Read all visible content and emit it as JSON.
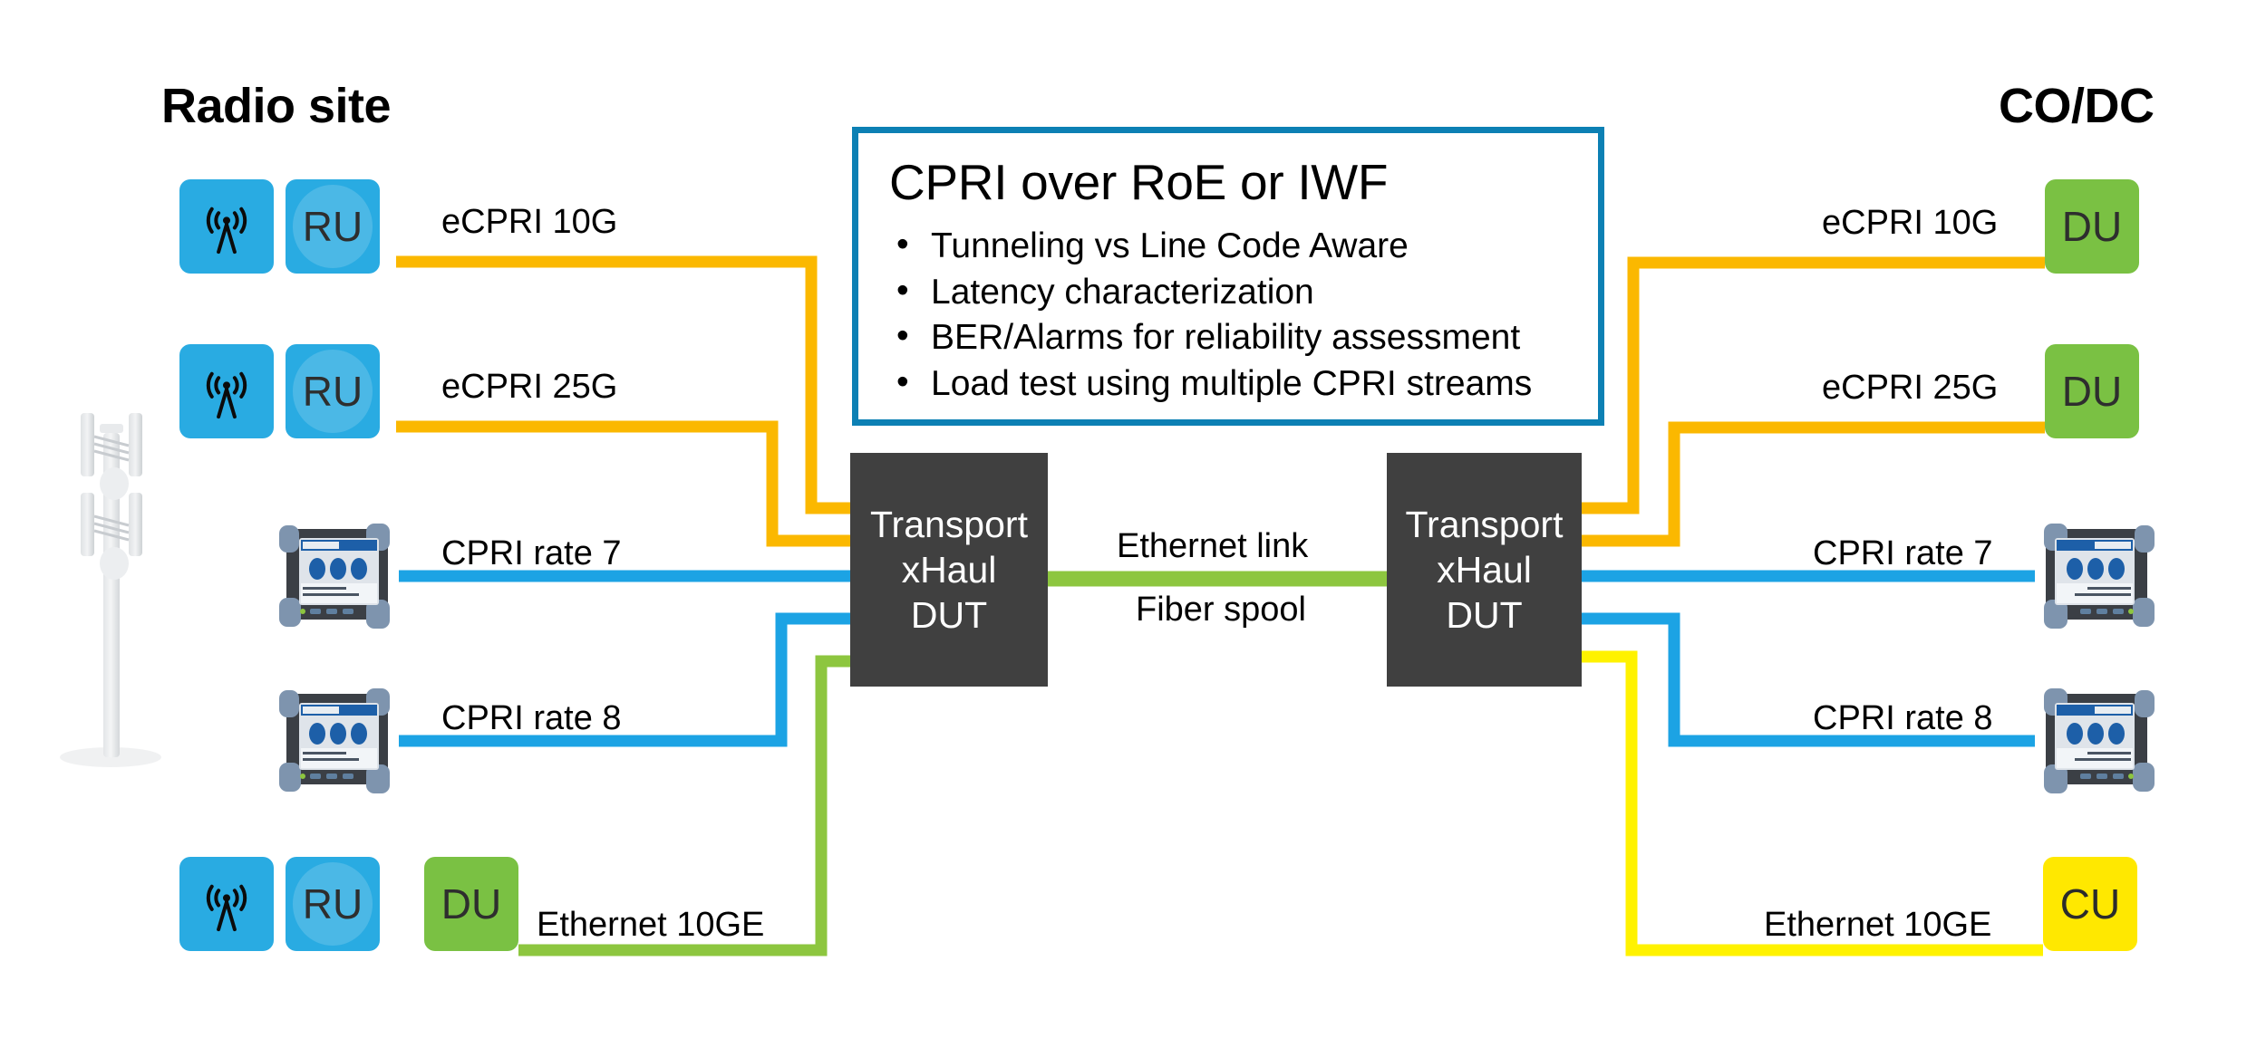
{
  "titles": {
    "left": "Radio site",
    "right": "CO/DC"
  },
  "colors": {
    "blue_tile": "#29ABE2",
    "green_tile": "#7AC143",
    "yellow_tile": "#FFE800",
    "dut_box": "#404040",
    "callout_border": "#0C80B4",
    "wire_orange": "#FBB800",
    "wire_cyan": "#1CA3E4",
    "wire_green": "#8DC63F",
    "wire_yellow": "#FFF200"
  },
  "callout": {
    "heading": "CPRI over RoE or IWF",
    "bullets": [
      "Tunneling vs Line Code Aware",
      "Latency characterization",
      "BER/Alarms for reliability assessment",
      "Load test using multiple CPRI streams"
    ]
  },
  "dut": {
    "left": {
      "line1": "Transport",
      "line2": "xHaul",
      "line3": "DUT"
    },
    "right": {
      "line1": "Transport",
      "line2": "xHaul",
      "line3": "DUT"
    }
  },
  "link": {
    "top": "Ethernet link",
    "bottom": "Fiber spool"
  },
  "tiles": {
    "ru": "RU",
    "du": "DU",
    "cu": "CU"
  },
  "left_nodes": [
    {
      "label": "eCPRI 10G",
      "kind": "ru",
      "wire": "orange"
    },
    {
      "label": "eCPRI 25G",
      "kind": "ru",
      "wire": "orange"
    },
    {
      "label": "CPRI rate 7",
      "kind": "instrument",
      "wire": "cyan"
    },
    {
      "label": "CPRI rate 8",
      "kind": "instrument",
      "wire": "cyan"
    },
    {
      "label": "Ethernet 10GE",
      "kind": "ru-du",
      "wire": "green"
    }
  ],
  "right_nodes": [
    {
      "label": "eCPRI 10G",
      "kind": "du",
      "wire": "orange"
    },
    {
      "label": "eCPRI 25G",
      "kind": "du",
      "wire": "orange"
    },
    {
      "label": "CPRI rate 7",
      "kind": "instrument",
      "wire": "cyan"
    },
    {
      "label": "CPRI rate 8",
      "kind": "instrument",
      "wire": "cyan"
    },
    {
      "label": "Ethernet 10GE",
      "kind": "cu",
      "wire": "yellow"
    }
  ],
  "labels": {
    "l_ecpri10g": "eCPRI 10G",
    "l_ecpri25g": "eCPRI 25G",
    "l_cpri7": "CPRI rate 7",
    "l_cpri8": "CPRI rate 8",
    "l_eth10ge": "Ethernet 10GE",
    "r_ecpri10g": "eCPRI 10G",
    "r_ecpri25g": "eCPRI 25G",
    "r_cpri7": "CPRI rate 7",
    "r_cpri8": "CPRI rate 8",
    "r_eth10ge": "Ethernet 10GE"
  }
}
